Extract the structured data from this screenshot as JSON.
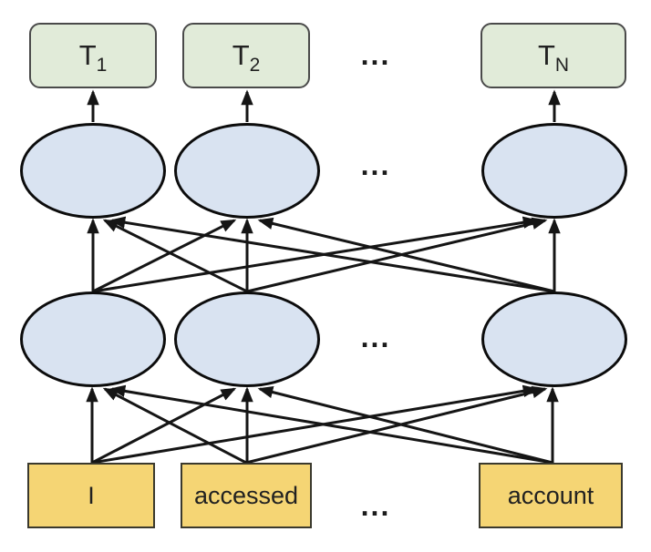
{
  "colors": {
    "output_fill": "#e1ebd9",
    "output_border": "#4a4a4a",
    "hidden_fill": "#d9e3f1",
    "hidden_border": "#0c0c0c",
    "input_fill": "#f5d574",
    "input_border": "#3a392d",
    "label": "#212121"
  },
  "output_layer": {
    "nodes": [
      {
        "base": "T",
        "sub": "1"
      },
      {
        "base": "T",
        "sub": "2"
      },
      {
        "base": "T",
        "sub": "N"
      }
    ],
    "ellipsis": "..."
  },
  "hidden_layers": {
    "top_ellipsis": "...",
    "bottom_ellipsis": "..."
  },
  "input_layer": {
    "tokens": [
      "I",
      "accessed",
      "account"
    ],
    "ellipsis": "..."
  }
}
